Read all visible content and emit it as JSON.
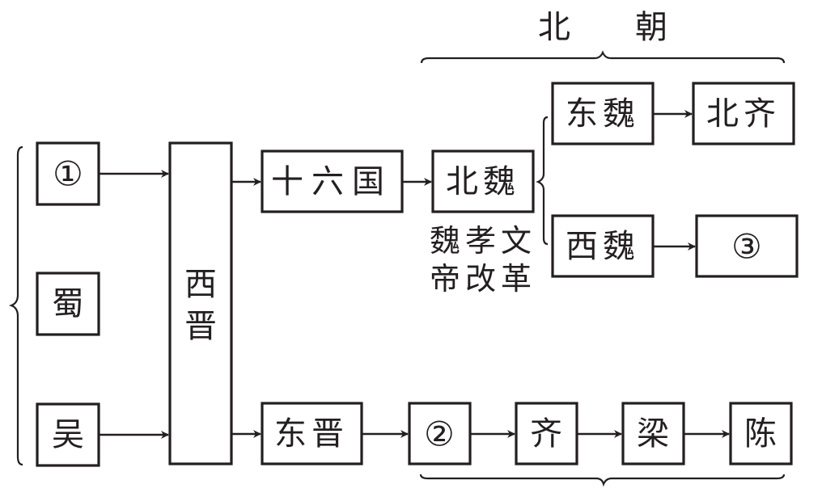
{
  "diagram": {
    "title_top": "北　　朝",
    "nodes": {
      "n1": "①",
      "shu": "蜀",
      "wu": "吴",
      "xijin_1": "西",
      "xijin_2": "晋",
      "shiliuguo": "十六国",
      "beiwei": "北魏",
      "dongwei": "东魏",
      "beiqi": "北齐",
      "xiwei": "西魏",
      "n3": "③",
      "dongjin": "东晋",
      "n2": "②",
      "qi": "齐",
      "liang": "梁",
      "chen": "陈"
    },
    "annotation_line1": "魏孝文",
    "annotation_line2": "帝改革"
  }
}
